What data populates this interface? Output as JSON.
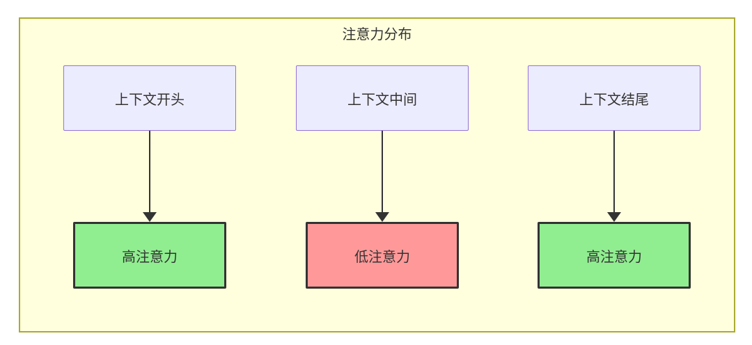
{
  "diagram": {
    "title": "注意力分布",
    "columns": [
      {
        "source_label": "上下文开头",
        "target_label": "高注意力",
        "attention_level": "high"
      },
      {
        "source_label": "上下文中间",
        "target_label": "低注意力",
        "attention_level": "low"
      },
      {
        "source_label": "上下文结尾",
        "target_label": "高注意力",
        "attention_level": "high"
      }
    ],
    "colors": {
      "container_bg": "#ffffde",
      "container_border": "#aaaa33",
      "source_node_bg": "#ECECFF",
      "source_node_border": "#9370DB",
      "high_attention_bg": "#90EE90",
      "low_attention_bg": "#FF9999",
      "target_node_border": "#333333",
      "arrow": "#333333",
      "text": "#333333"
    }
  }
}
